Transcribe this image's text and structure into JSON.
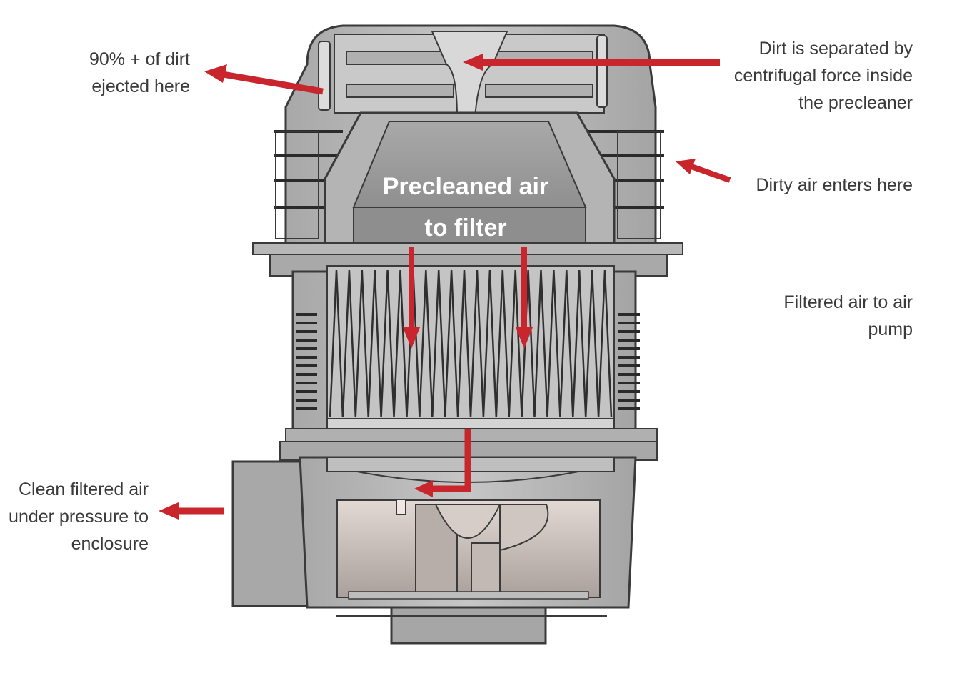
{
  "annotations": {
    "dirt_ejected": [
      "90% + of dirt",
      "ejected here"
    ],
    "separated": [
      "Dirt is separated by",
      "centrifugal force inside",
      "the precleaner"
    ],
    "dirty_air": [
      "Dirty air enters here"
    ],
    "filtered_air": [
      "Filtered air to air",
      "pump"
    ],
    "clean_air": [
      "Clean filtered air",
      "under pressure to",
      "enclosure"
    ]
  },
  "inner_text": [
    "Precleaned air",
    "to filter"
  ],
  "colors": {
    "arrow": "#c8262c",
    "body": "#b7b7b7",
    "body_dark": "#9c9c9c",
    "outline": "#3a3a3a",
    "text": "#3a3a3a",
    "inner_text": "#ffffff",
    "chamber": "#d4c8c4"
  }
}
